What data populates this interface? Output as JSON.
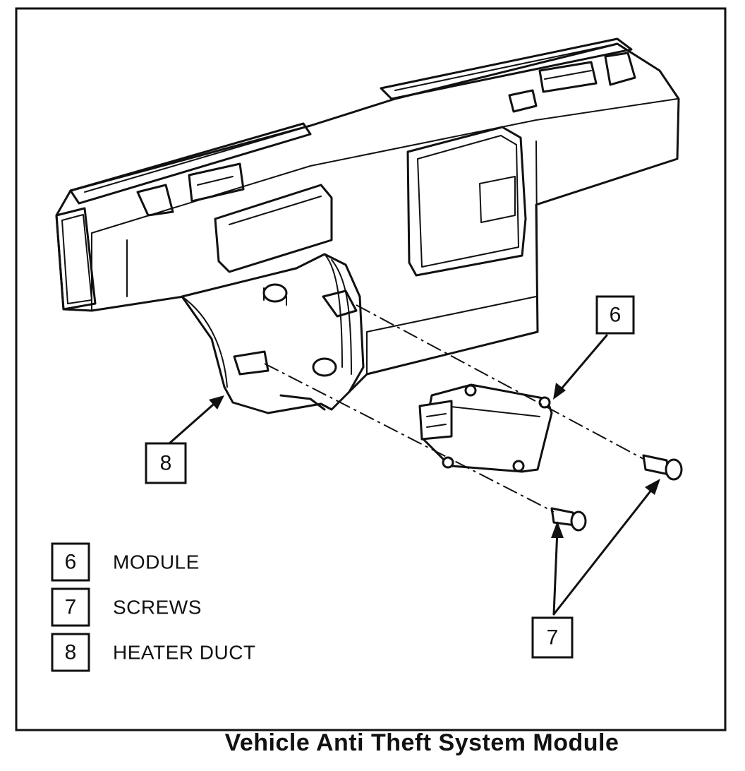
{
  "callouts": {
    "module_number": "6",
    "screws_number": "7",
    "duct_number": "8"
  },
  "legend": [
    {
      "number": "6",
      "label": "MODULE"
    },
    {
      "number": "7",
      "label": "SCREWS"
    },
    {
      "number": "8",
      "label": "HEATER DUCT"
    }
  ],
  "caption": "Vehicle Anti Theft System Module"
}
